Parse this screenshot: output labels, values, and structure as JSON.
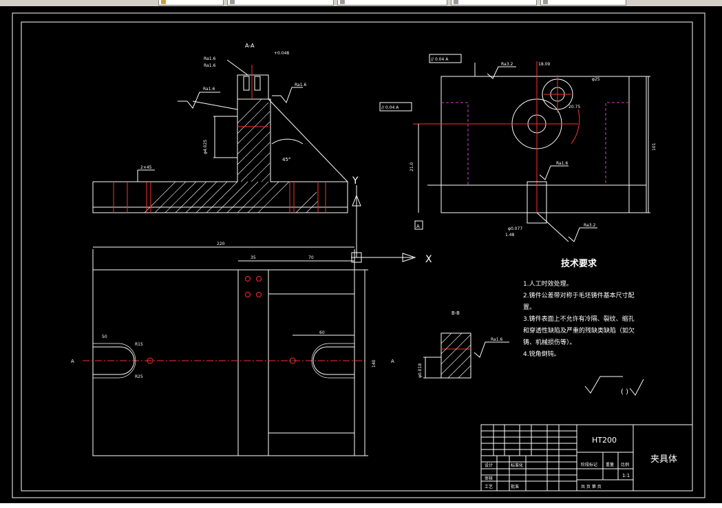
{
  "tabs": [
    "",
    "",
    "",
    "",
    ""
  ],
  "status_text": "",
  "drawing": {
    "section_aa": "A-A",
    "section_bb": "B-B",
    "axis_y": "Y",
    "axis_x": "X",
    "tol_pos": "+0.048",
    "note_top_a": "Ra1.6",
    "note_top_b": "Ra1.6",
    "rough_left": "Ra1.6",
    "rough_right": "Ra1.6",
    "angle": "45°",
    "dim_2x45": "2×45",
    "dim_vert_left": "φ4.025",
    "flatness_1": "// 0.04 A",
    "flatness_2": "// 0.04 A",
    "rough_r1": "Ra3.2",
    "rough_r2": "Ra1.6",
    "rough_r3": "Ra3.2",
    "dim_r_top": "18.09",
    "dim_r_phi": "φ25",
    "dim_r_ang": "20.75",
    "dim_r_side": "101",
    "dim_r_left": "21.0",
    "dim_r_bot1": "φ0.077",
    "dim_r_bot2": "1.48",
    "datum_a": "A",
    "dim_220": "220",
    "dim_35": "35",
    "dim_70": "70",
    "dim_50": "50",
    "dim_60": "60",
    "dim_140": "140",
    "dim_r15": "R15",
    "dim_r25": "R25",
    "cut_a1": "A",
    "cut_a2": "A",
    "bb_dim": "φ0.018",
    "bb_rough": "Ra1.6",
    "tech_title": "技术要求",
    "tech_lines": [
      "1.人工时效处理。",
      "2.铸件公差带对称于毛坯铸件基本尺寸配",
      "置。",
      "3.铸件表面上不允许有冷隔、裂纹、缩孔",
      "和穿透性缺陷及严重的残缺类缺陷（如欠",
      "铸、机械损伤等）。",
      "4.锐角倒钝。"
    ],
    "rough_symbol_paren": "(   )",
    "tb_material": "HT200",
    "tb_part_name": "夹具体",
    "tb_design": "设计",
    "tb_standard": "标准化",
    "tb_review": "审核",
    "tb_process": "工艺",
    "tb_approve": "批准",
    "tb_stage": "阶段标记",
    "tb_weight": "重量",
    "tb_scale_label": "比例",
    "tb_scale": "1:1",
    "tb_sheets": "共  页  第  页"
  }
}
